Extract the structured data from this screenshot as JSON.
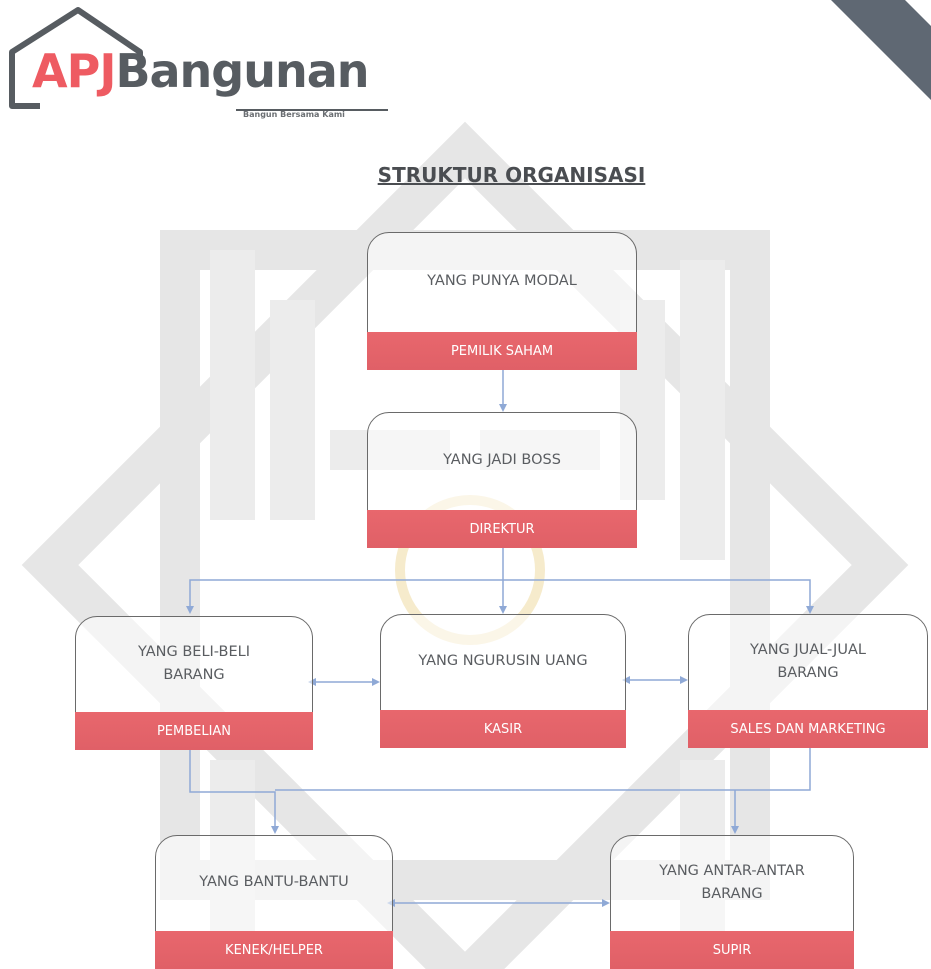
{
  "logo": {
    "brand_part1": "APJ",
    "brand_part2": "Bangunan",
    "tagline": "Bangun Bersama Kami"
  },
  "title": "STRUKTUR ORGANISASI",
  "nodes": {
    "owner": {
      "desc": "YANG PUNYA MODAL",
      "role": "PEMILIK SAHAM"
    },
    "director": {
      "desc": "YANG JADI BOSS",
      "role": "DIREKTUR"
    },
    "purchasing": {
      "desc": "YANG BELI-BELI BARANG",
      "role": "PEMBELIAN"
    },
    "cashier": {
      "desc": "YANG NGURUSIN UANG",
      "role": "KASIR"
    },
    "sales": {
      "desc": "YANG JUAL-JUAL BARANG",
      "role": "SALES DAN MARKETING"
    },
    "helper": {
      "desc": "YANG BANTU-BANTU",
      "role": "KENEK/HELPER"
    },
    "driver": {
      "desc": "YANG ANTAR-ANTAR BARANG",
      "role": "SUPIR"
    }
  },
  "colors": {
    "role_band": "#e4636a",
    "connector": "#8fa9d6",
    "box_border": "#6a6a6a",
    "brand_red": "#ee5b62",
    "brand_gray": "#575c61",
    "corner": "#5f6873"
  }
}
